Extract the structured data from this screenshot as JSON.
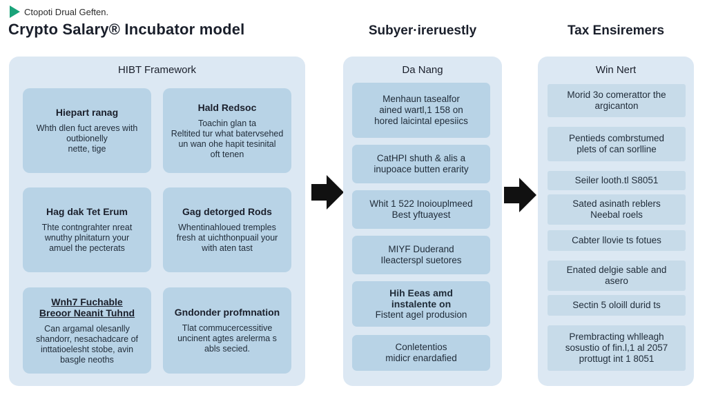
{
  "brand": {
    "text": "Ctopoti Drual Geften.",
    "icon": "play-triangle-icon",
    "color": "#1aa37a"
  },
  "title": "Crypto Salary® Incubator model",
  "columns": {
    "left": {
      "panel_title": "HIBT Framework",
      "cards": [
        {
          "title": "Hiepart ranag",
          "body": "Whth dlen fuct areves with\noutbionelly\nnette, tige",
          "underline": false
        },
        {
          "title": "Hald Redsoc",
          "body": "Toachin glan ta\nReltited tur what batervsehed\nun wan ohe hapit tesinital\noft tenen",
          "underline": false
        },
        {
          "title": "Hag dak Tet Erum",
          "body": "Thte contngrahter nreat\nwnuthy plnitaturn your\namuel the pecterats",
          "underline": false
        },
        {
          "title": "Gag detorged Rods",
          "body": "Whentinahloued tremples\nfresh at uichthonpuail your\nwith aten tast",
          "underline": false
        },
        {
          "title": "Wnh7 Fuchable\nBreoor Neanit Tuhnd",
          "body": "Can argamal olesanlly\nshandorr, nesachadcare of\ninttatioelesht stobe, avin\nbasgle neoths",
          "underline": true
        },
        {
          "title": "Gndonder profmnation",
          "body": "Tlat commucercessitive\nuncinent agtes arelerma s\nabls secied.",
          "underline": false
        }
      ]
    },
    "middle": {
      "header": "Subyer·ireruestly",
      "panel_title": "Da Nang",
      "boxes": [
        {
          "bold": "",
          "text": "Menhaun tasealfor\nained wartl,1 158 on\nhored laicintal epesiics"
        },
        {
          "bold": "",
          "text": "CatHPI shuth & alis a\ninupoace butten erarity"
        },
        {
          "bold": "",
          "text": "Whit 1 522 Inoiouplmeed\nBest yftuayest"
        },
        {
          "bold": "",
          "text": "MIYF Duderand\nIleacterspl suetores"
        },
        {
          "bold": "Hih Eeas amd\ninstalente on",
          "text": "Fistent agel produsion"
        },
        {
          "bold": "",
          "text": "Conletentios\nmidicr enardafied"
        }
      ]
    },
    "right": {
      "header": "Tax Ensiremers",
      "panel_title": "Win Nert",
      "boxes": [
        {
          "text": "Morid 3o comerattor the\nargicanton"
        },
        {
          "text": "Pentieds combrstumed\nplets of can sorlline"
        },
        {
          "text": "Seiler looth.tl S8051"
        },
        {
          "text": "Sated asinath reblers\nNeebal roels"
        },
        {
          "text": "Cabter llovie ts fotues"
        },
        {
          "text": "Enated delgie sable and\nasero"
        },
        {
          "text": "Sectin 5 oloill durid ts"
        },
        {
          "text": "Prembracting whlleagh\nsosustio of fin.l,1 al 2057\nprottugt int 1 8051"
        }
      ]
    }
  },
  "arrows": [
    {
      "icon": "arrow-right-icon"
    },
    {
      "icon": "arrow-right-icon"
    }
  ],
  "colors": {
    "panel": "#dce8f3",
    "card": "#b8d3e6",
    "rbox": "#c7dbe9",
    "arrow": "#111111"
  }
}
